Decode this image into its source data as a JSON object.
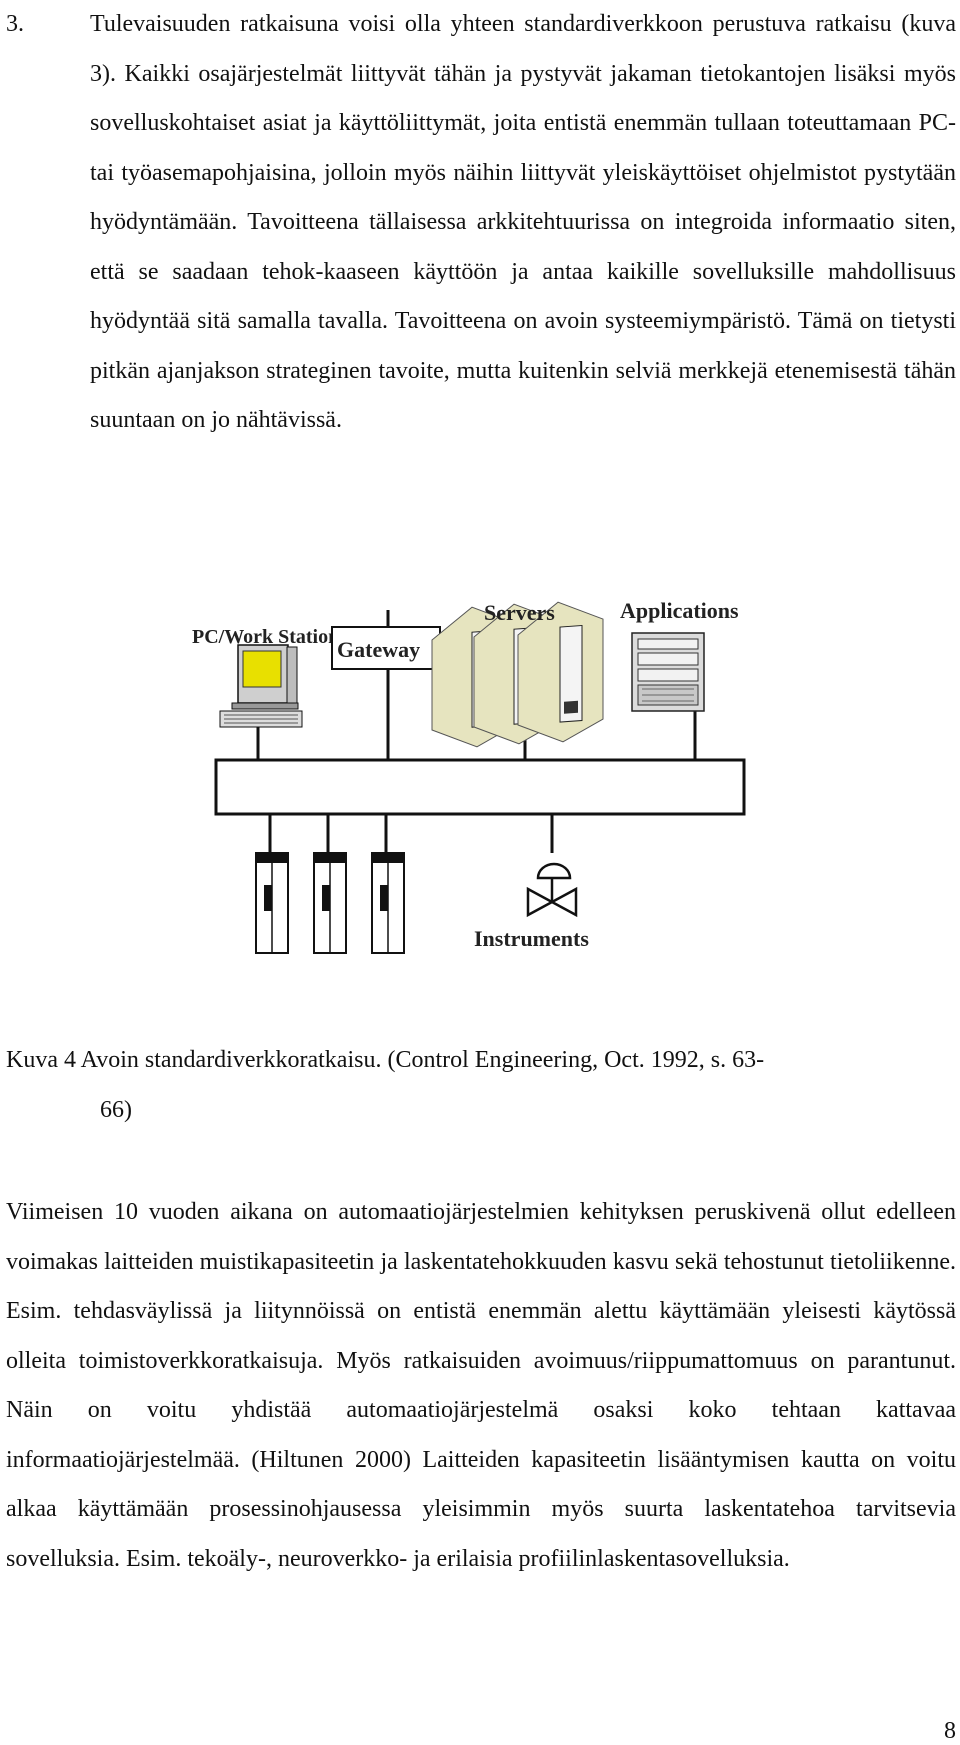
{
  "list_item": {
    "number": "3.",
    "text": "Tulevaisuuden ratkaisuna voisi olla yhteen standardiverkkoon perustuva ratkaisu (kuva 3). Kaikki osajärjestelmät liittyvät tähän ja pystyvät jakaman tietokantojen lisäksi myös sovelluskohtaiset asiat ja käyttöliittymät, joita entistä enemmän tullaan toteuttamaan PC- tai työasemapohjaisina, jolloin myös näihin liittyvät yleiskäyttöiset ohjelmistot pystytään hyödyntämään. Tavoitteena tällaisessa arkkitehtuurissa on integroida informaatio siten, että se saadaan tehok-kaaseen käyttöön ja antaa kaikille sovelluksille mahdollisuus hyödyntää sitä samalla tavalla. Tavoitteena on avoin systeemiympäristö. Tämä on tietysti pitkän ajanjakson strateginen tavoite, mutta kuitenkin selviä merkkejä etenemisestä tähän suuntaan on jo nähtävissä."
  },
  "figure": {
    "labels": {
      "pc_workstation": "PC/Work Station",
      "gateway": "Gateway",
      "servers": "Servers",
      "applications": "Applications",
      "instruments": "Instruments"
    },
    "colors": {
      "monitor_screen": "#e8e000",
      "server_panel": "#e6e4bf",
      "line": "#111111"
    }
  },
  "caption": {
    "line1": "Kuva 4 Avoin standardiverkkoratkaisu. (Control Engineering, Oct. 1992, s. 63-",
    "line2": "66)"
  },
  "paragraph": "Viimeisen 10 vuoden aikana on automaatiojärjestelmien kehityksen peruskivenä ollut edelleen voimakas laitteiden muistikapasiteetin ja laskentatehokkuuden kasvu sekä tehostunut tietoliikenne. Esim. tehdasväylissä ja liitynnöissä on entistä enemmän alettu käyttämään yleisesti käytössä olleita toimistoverkkoratkaisuja. Myös ratkaisuiden avoimuus/riippumattomuus on parantunut. Näin on voitu yhdistää automaatiojärjestelmä osaksi koko tehtaan kattavaa informaatiojärjestelmää. (Hiltunen 2000) Laitteiden kapasiteetin lisääntymisen kautta on voitu alkaa käyttämään prosessinohjausessa yleisimmin myös suurta laskentatehoa tarvitsevia sovelluksia. Esim. tekoäly-, neuroverkko- ja erilaisia profiilinlaskentasovelluksia.",
  "page_number": "8"
}
